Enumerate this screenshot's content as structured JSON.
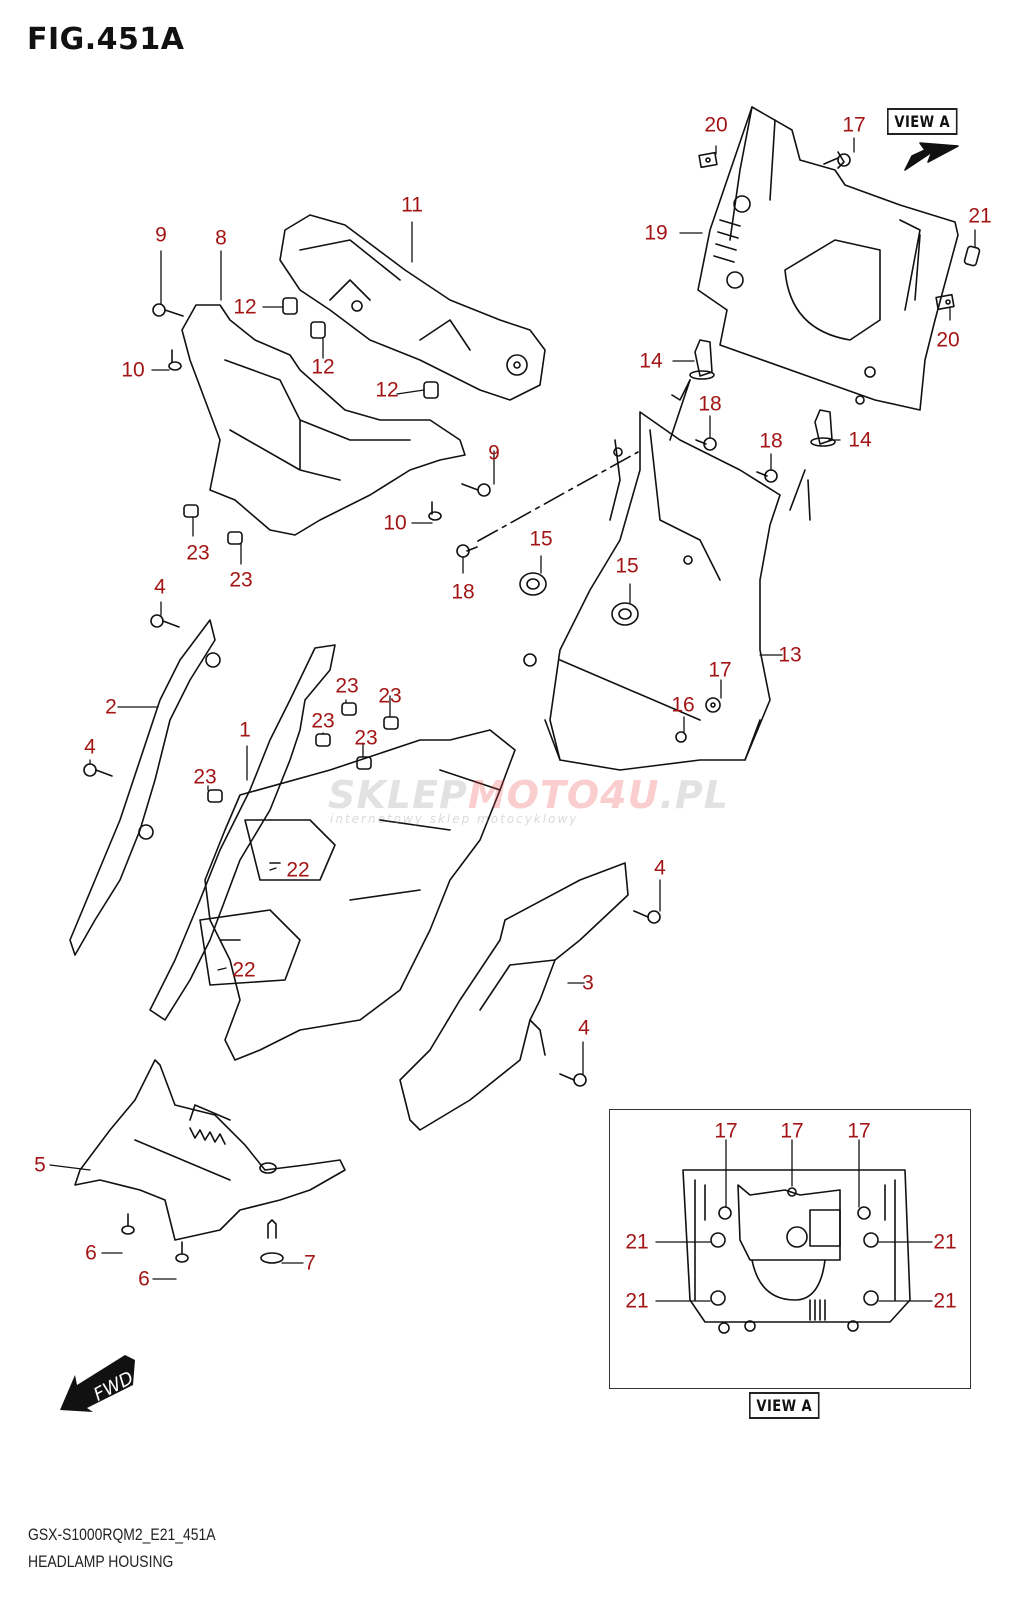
{
  "figure": {
    "title": "FIG.451A",
    "model_code": "GSX-S1000RQM2_E21_451A",
    "section_name": "HEADLAMP HOUSING"
  },
  "view_labels": {
    "top": "VIEW A",
    "inset": "VIEW A"
  },
  "fwd_label": "FWD",
  "watermark": {
    "part1": "SKLEP",
    "part2": "MOTO4U",
    "part3": ".PL",
    "subtitle": "internetowy sklep motocyklowy"
  },
  "colors": {
    "callout": "#a31515",
    "line": "#111111",
    "background": "#ffffff"
  },
  "callouts": [
    {
      "id": "c-20a",
      "label": "20"
    },
    {
      "id": "c-17a",
      "label": "17"
    },
    {
      "id": "c-19",
      "label": "19"
    },
    {
      "id": "c-21a",
      "label": "21"
    },
    {
      "id": "c-20b",
      "label": "20"
    },
    {
      "id": "c-14a",
      "label": "14"
    },
    {
      "id": "c-14b",
      "label": "14"
    },
    {
      "id": "c-18a",
      "label": "18"
    },
    {
      "id": "c-18b",
      "label": "18"
    },
    {
      "id": "c-18c",
      "label": "18"
    },
    {
      "id": "c-11",
      "label": "11"
    },
    {
      "id": "c-9a",
      "label": "9"
    },
    {
      "id": "c-8",
      "label": "8"
    },
    {
      "id": "c-12a",
      "label": "12"
    },
    {
      "id": "c-12b",
      "label": "12"
    },
    {
      "id": "c-12c",
      "label": "12"
    },
    {
      "id": "c-10a",
      "label": "10"
    },
    {
      "id": "c-10b",
      "label": "10"
    },
    {
      "id": "c-9b",
      "label": "9"
    },
    {
      "id": "c-23a",
      "label": "23"
    },
    {
      "id": "c-23b",
      "label": "23"
    },
    {
      "id": "c-15a",
      "label": "15"
    },
    {
      "id": "c-15b",
      "label": "15"
    },
    {
      "id": "c-13",
      "label": "13"
    },
    {
      "id": "c-17b",
      "label": "17"
    },
    {
      "id": "c-16",
      "label": "16"
    },
    {
      "id": "c-4a",
      "label": "4"
    },
    {
      "id": "c-2",
      "label": "2"
    },
    {
      "id": "c-4b",
      "label": "4"
    },
    {
      "id": "c-1",
      "label": "1"
    },
    {
      "id": "c-23c",
      "label": "23"
    },
    {
      "id": "c-23d",
      "label": "23"
    },
    {
      "id": "c-23e",
      "label": "23"
    },
    {
      "id": "c-23f",
      "label": "23"
    },
    {
      "id": "c-23g",
      "label": "23"
    },
    {
      "id": "c-22a",
      "label": "22"
    },
    {
      "id": "c-22b",
      "label": "22"
    },
    {
      "id": "c-4c",
      "label": "4"
    },
    {
      "id": "c-3",
      "label": "3"
    },
    {
      "id": "c-4d",
      "label": "4"
    },
    {
      "id": "c-5",
      "label": "5"
    },
    {
      "id": "c-6a",
      "label": "6"
    },
    {
      "id": "c-6b",
      "label": "6"
    },
    {
      "id": "c-7",
      "label": "7"
    },
    {
      "id": "i-17a",
      "label": "17"
    },
    {
      "id": "i-17b",
      "label": "17"
    },
    {
      "id": "i-17c",
      "label": "17"
    },
    {
      "id": "i-21a",
      "label": "21"
    },
    {
      "id": "i-21b",
      "label": "21"
    },
    {
      "id": "i-21c",
      "label": "21"
    },
    {
      "id": "i-21d",
      "label": "21"
    }
  ]
}
